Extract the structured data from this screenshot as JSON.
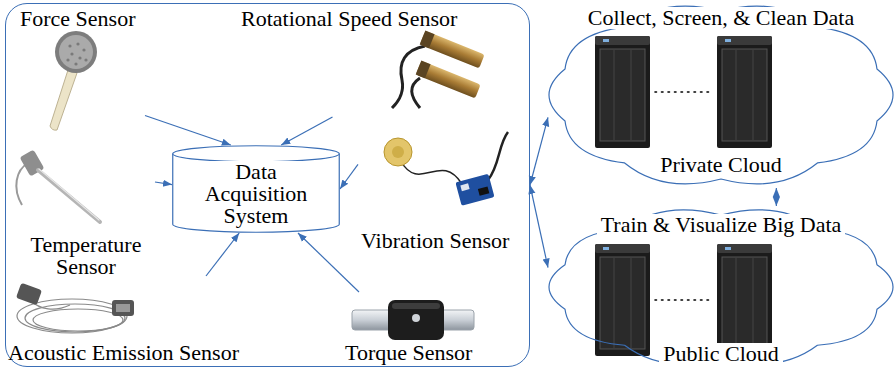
{
  "diagram": {
    "nodes": [
      {
        "text": []
      },
      {
        "text": [
          "Force Sensor"
        ],
        "in": 0
      },
      {
        "text": [
          "Rotational Speed Sensor"
        ],
        "in": 0
      },
      {
        "text": [
          "Temperature Sensor"
        ],
        "in": 0
      },
      {
        "text": [
          "Data Acquisition System"
        ],
        "in": 0
      },
      {
        "text": [
          "Vibration Sensor"
        ],
        "in": 0
      },
      {
        "text": [
          "Acoustic Emission Sensor"
        ],
        "in": 0
      },
      {
        "text": [
          "Torque Sensor"
        ],
        "in": 0
      },
      {
        "text": [
          "Collect, Screen, & Clean Data",
          "Private Cloud"
        ]
      },
      {
        "text": [
          "Train & Visualize Big Data",
          "Public Cloud"
        ]
      }
    ],
    "edges": [
      {
        "from": 1,
        "to": 4,
        "arrow": "to"
      },
      {
        "from": 2,
        "to": 4,
        "arrow": "to"
      },
      {
        "from": 3,
        "to": 4,
        "arrow": "to"
      },
      {
        "from": 5,
        "to": 4,
        "arrow": "to"
      },
      {
        "from": 6,
        "to": 4,
        "arrow": "to"
      },
      {
        "from": 7,
        "to": 4,
        "arrow": "to"
      },
      {
        "from": 0,
        "to": 8,
        "arrow": "both"
      },
      {
        "from": 0,
        "to": 9,
        "arrow": "both"
      },
      {
        "from": 8,
        "to": 9,
        "arrow": "both"
      }
    ]
  }
}
